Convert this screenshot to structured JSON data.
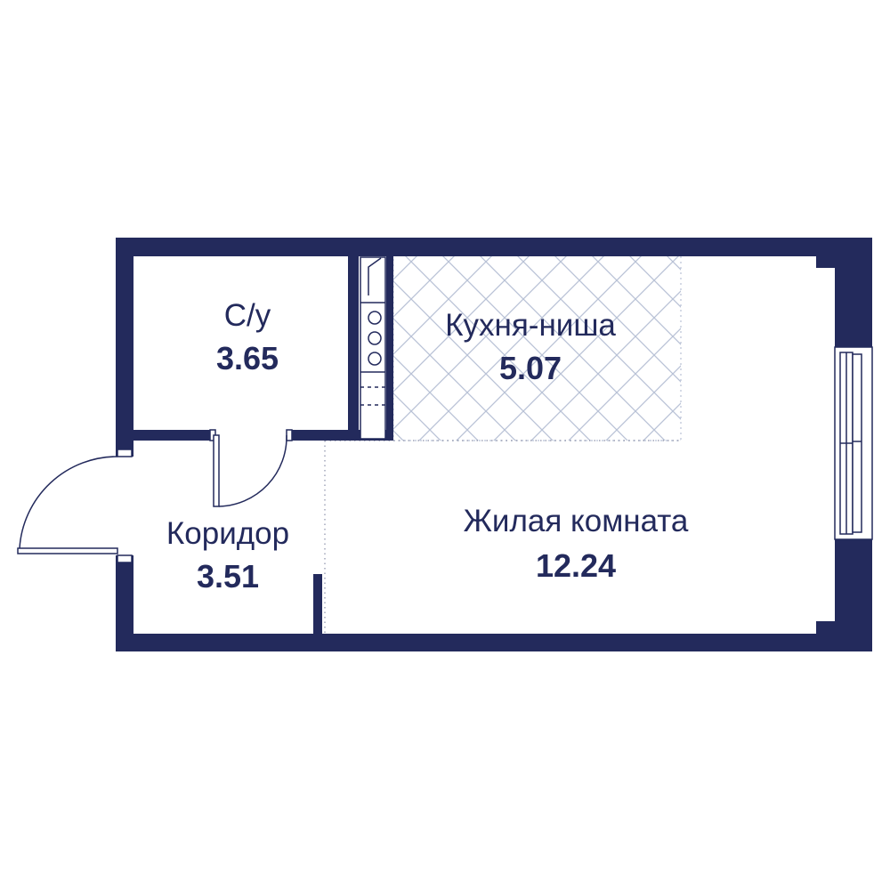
{
  "colors": {
    "wall": "#232a5c",
    "fixture_line": "#232a5c",
    "kitchen_hatch": "#b9c2d6",
    "background": "#ffffff"
  },
  "rooms": {
    "bathroom": {
      "name": "С/у",
      "area": "3.65"
    },
    "kitchen": {
      "name": "Кухня-ниша",
      "area": "5.07"
    },
    "corridor": {
      "name": "Коридор",
      "area": "3.51"
    },
    "living": {
      "name": "Жилая комната",
      "area": "12.24"
    }
  },
  "icons": {
    "stove": "stove-icon",
    "entry_door": "door-swing-icon",
    "bathroom_door": "door-swing-icon",
    "window": "window-icon"
  }
}
